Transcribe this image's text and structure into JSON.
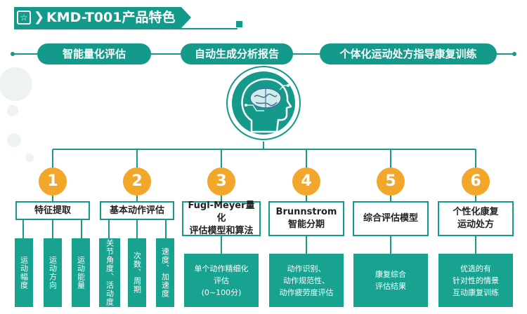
{
  "header": {
    "title": "KMD-T001产品特色",
    "icon": "star-icon",
    "accent": "#149a8a"
  },
  "features": [
    "智能量化评估",
    "自动生成分析报告",
    "个体化运动处方指导康复训练"
  ],
  "items": [
    {
      "number": "1",
      "title": "特征提取",
      "subs": [
        "运动幅度",
        "运动方向",
        "运动能量"
      ]
    },
    {
      "number": "2",
      "title": "基本动作评估",
      "subs": [
        "关节角度、活动度",
        "次数、周期",
        "速度、加速度"
      ]
    },
    {
      "number": "3",
      "title": "Fugl-Meyer量化\n评估模型和算法",
      "detail": "单个动作精细化\n评估\n(0~100分)"
    },
    {
      "number": "4",
      "title": "Brunnstrom\n智能分期",
      "detail": "动作识别、\n动作规范性、\n动作疲劳度评估"
    },
    {
      "number": "5",
      "title": "综合评估模型",
      "detail": "康复综合\n评估结果"
    },
    {
      "number": "6",
      "title": "个性化康复\n运动处方",
      "detail": "优选的有\n针对性的情景\n互动康复训练"
    }
  ],
  "colors": {
    "teal": "#149a8a",
    "orange": "#f2a72a",
    "light_circle": "#eef3f2"
  }
}
